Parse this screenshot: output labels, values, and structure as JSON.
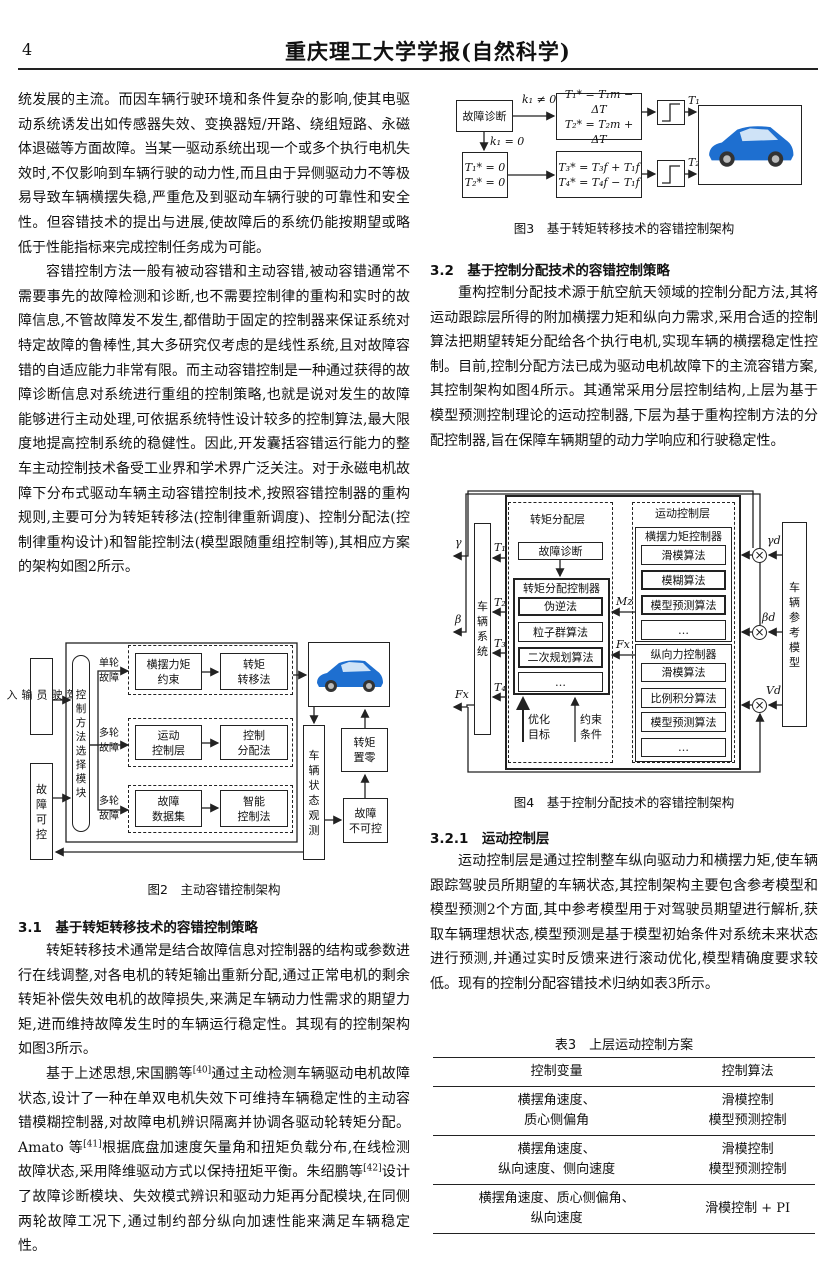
{
  "header": {
    "page_number": "4",
    "journal": "重庆理工大学学报(自然科学)"
  },
  "left": {
    "p1": "统发展的主流。而因车辆行驶环境和条件复杂的影响,使其电驱动系统诱发出如传感器失效、变换器短/开路、绕组短路、永磁体退磁等方面故障。当某一驱动系统出现一个或多个执行电机失效时,不仅影响到车辆行驶的动力性,而且由于异侧驱动力不等极易导致车辆横摆失稳,严重危及到驱动车辆行驶的可靠性和安全性。但容错技术的提出与进展,使故障后的系统仍能按期望或略低于性能指标来完成控制任务成为可能。",
    "p2": "容错控制方法一般有被动容错和主动容错,被动容错通常不需要事先的故障检测和诊断,也不需要控制律的重构和实时的故障信息,不管故障发不发生,都借助于固定的控制器来保证系统对特定故障的鲁棒性,其大多研究仅考虑的是线性系统,且对故障容错的自适应能力非常有限。而主动容错控制是一种通过获得的故障诊断信息对系统进行重组的控制策略,也就是说对发生的故障能够进行主动处理,可依据系统特性设计较多的控制算法,最大限度地提高控制系统的稳健性。因此,开发囊括容错运行能力的整车主动控制技术备受工业界和学术界广泛关注。对于永磁电机故障下分布式驱动车辆主动容错控制技术,按照容错控制器的重构规则,主要可分为转矩转移法(控制律重新调度)、控制分配法(控制律重构设计)和智能控制法(模型跟随重组控制等),其相应方案的架构如图2所示。",
    "fig2_caption": "图2　主动容错控制架构",
    "sec31": "3.1　基于转矩转移技术的容错控制策略",
    "p3": "转矩转移技术通常是结合故障信息对控制器的结构或参数进行在线调整,对各电机的转矩输出重新分配,通过正常电机的剩余转矩补偿失效电机的故障损失,来满足车辆动力性需求的期望力矩,进而维持故障发生时的车辆运行稳定性。其现有的控制架构如图3所示。",
    "p4a": "基于上述思想,宋国鹏等",
    "r40": "[40]",
    "p4b": "通过主动检测车辆驱动电机故障状态,设计了一种在单双电机失效下可维持车辆稳定性的主动容错模糊控制器,对故障电机辨识隔离并协调各驱动轮转矩分配。Amato 等",
    "r41": "[41]",
    "p4c": "根据底盘加速度矢量角和扭矩负载分布,在线检测故障状态,采用降维驱动方式以保持扭矩平衡。朱绍鹏等",
    "r42": "[42]",
    "p4d": "设计了故障诊断模块、失效模式辨识和驱动力矩再分配模块,在同侧两轮故障工况下,通过制约部分纵向加速性能来满足车辆稳定性。"
  },
  "fig2": {
    "driver_input": "驾\n驶\n员\n输\n入",
    "fault_controllable": "故\n障\n可\n控",
    "selector": "控\n制\n方\n法\n选\n择\n模\n块",
    "single": "单轮\n故障",
    "multi1": "多轮\n故障",
    "multi2": "多轮\n故障",
    "b1": "横摆力矩\n约束",
    "b2": "转矩\n转移法",
    "b3": "运动\n控制层",
    "b4": "控制\n分配法",
    "b5": "故障\n数据集",
    "b6": "智能\n控制法",
    "observer": "车\n辆\n状\n态\n观\n测",
    "zero": "转矩\n置零",
    "uncontrollable": "故障\n不可控"
  },
  "fig3": {
    "diag": "故障诊断",
    "k_ne": "k₁ ≠ 0",
    "k_eq": "k₁ = 0",
    "eq1a": "T₁* = T₁m − ΔT",
    "eq1b": "T₂* = T₂m + ΔT",
    "eq0a": "T₁* = 0",
    "eq0b": "T₂* = 0",
    "eq2a": "T₃* = T₃f + T₁f",
    "eq2b": "T₄* = T₄f − T₁f",
    "t_top": "T₁",
    "t_bot": "T₂",
    "caption": "图3　基于转矩转移技术的容错控制架构"
  },
  "right": {
    "sec32": "3.2　基于控制分配技术的容错控制策略",
    "p1": "重构控制分配技术源于航空航天领域的控制分配方法,其将运动跟踪层所得的附加横摆力矩和纵向力需求,采用合适的控制算法把期望转矩分配给各个执行电机,实现车辆的横摆稳定性控制。目前,控制分配方法已成为驱动电机故障下的主流容错方案,其控制架构如图4所示。其通常采用分层控制结构,上层为基于模型预测控制理论的运动控制器,下层为基于重构控制方法的分配控制器,旨在保障车辆期望的动力学响应和行驶稳定性。",
    "sec321": "3.2.1　运动控制层",
    "p2": "运动控制层是通过控制整车纵向驱动力和横摆力矩,使车辆跟踪驾驶员所期望的车辆状态,其控制架构主要包含参考模型和模型预测2个方面,其中参考模型用于对驾驶员期望进行解析,获取车辆理想状态,模型预测是基于模型初始条件对系统未来状态进行预测,并通过实时反馈来进行滚动优化,模型精确度要求较低。现有的控制分配容错技术归纳如表3所示。"
  },
  "fig4": {
    "caption": "图4　基于控制分配技术的容错控制架构",
    "alloc_layer": "转矩分配层",
    "diag": "故障诊断",
    "alloc_ctrl": "转矩分配控制器",
    "a1": "伪逆法",
    "a2": "粒子群算法",
    "a3": "二次规划算法",
    "a4": "…",
    "opt": "优化\n目标",
    "constraint": "约束\n条件",
    "motion_layer": "运动控制层",
    "yaw_ctrl": "横摆力矩控制器",
    "y1": "滑模算法",
    "y2": "模糊算法",
    "y3": "模型预测算法",
    "y4": "…",
    "lon_ctrl": "纵向力控制器",
    "l1": "滑模算法",
    "l2": "比例积分算法",
    "l3": "模型预测算法",
    "l4": "…",
    "vehicle": "车\n辆\n系\n统",
    "ref_model": "车\n辆\n参\n考\n模\n型",
    "gamma": "γ",
    "beta": "β",
    "fx": "Fx",
    "t1": "T₁",
    "t2": "T₂",
    "t3": "T₃",
    "t4": "T₄",
    "mz": "Mz",
    "fx2": "Fx",
    "gd": "γd",
    "bd": "βd",
    "vd": "Vd"
  },
  "table3": {
    "title": "表3　上层运动控制方案",
    "headers": [
      "控制变量",
      "控制算法"
    ],
    "rows": [
      [
        "横摆角速度、\n质心侧偏角",
        "滑模控制\n模型预测控制"
      ],
      [
        "横摆角速度、\n纵向速度、侧向速度",
        "滑模控制\n模型预测控制"
      ],
      [
        "横摆角速度、质心侧偏角、\n纵向速度",
        "滑模控制 + PI"
      ]
    ]
  },
  "colors": {
    "car": "#1e6fd0",
    "text": "#111111"
  }
}
